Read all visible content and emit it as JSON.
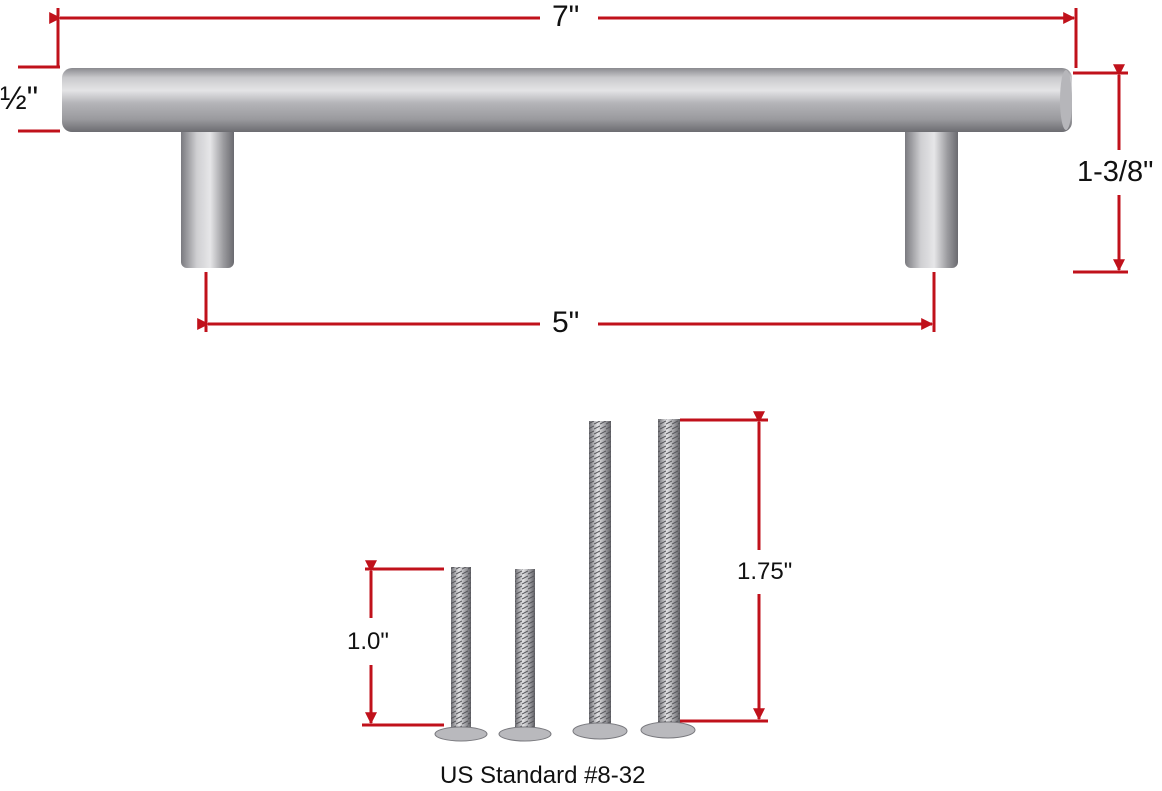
{
  "colors": {
    "dimension": "#c0111b",
    "metal_light": "#d6d6d8",
    "metal_mid": "#a9a9ad",
    "metal_dark": "#6e6e73",
    "text": "#111111",
    "background": "#ffffff"
  },
  "handle": {
    "dimensions": {
      "overall_length": "7\"",
      "bar_diameter": "½\"",
      "projection": "1-3/8\"",
      "hole_spacing": "5\""
    }
  },
  "screws": {
    "count": 4,
    "short_length": "1.0\"",
    "long_length": "1.75\"",
    "caption": "US Standard #8-32"
  }
}
